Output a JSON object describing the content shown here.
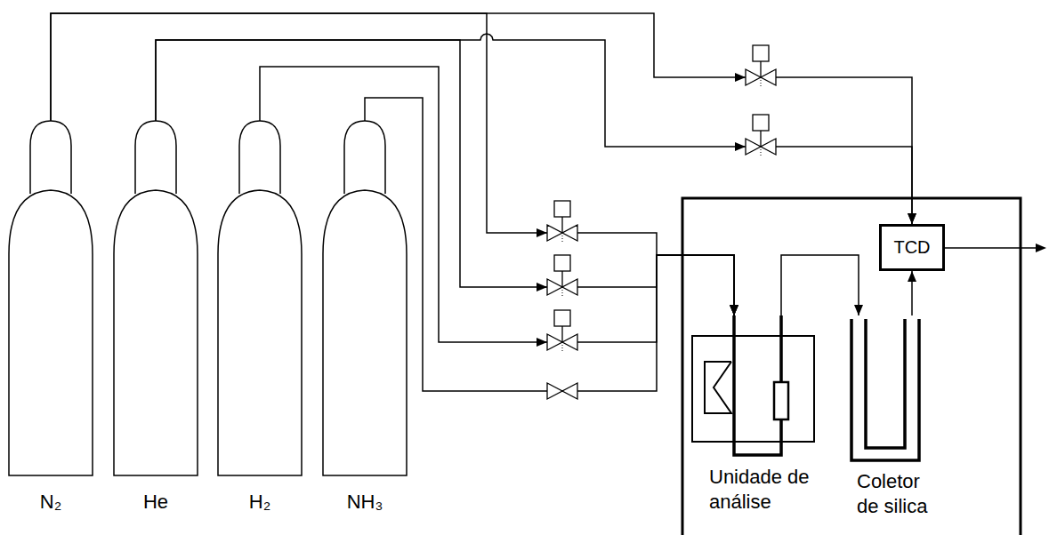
{
  "diagram": {
    "nodes": [
      {
        "text": [
          "N₂"
        ]
      },
      {
        "text": [
          "He"
        ]
      },
      {
        "text": [
          "H₂"
        ]
      },
      {
        "text": [
          "NH₃"
        ]
      },
      {
        "text": [
          "TCD"
        ]
      },
      {
        "text": [
          "Unidade de análise"
        ]
      },
      {
        "text": [
          "Coletor de silica"
        ]
      }
    ],
    "edges": [
      {
        "from": 0,
        "to": 4,
        "arrow": "to"
      },
      {
        "from": 1,
        "to": 4,
        "arrow": "to"
      },
      {
        "from": 0,
        "to": 5,
        "arrow": "to"
      },
      {
        "from": 1,
        "to": 5,
        "arrow": "to"
      },
      {
        "from": 2,
        "to": 5,
        "arrow": "to"
      },
      {
        "from": 3,
        "to": 5,
        "arrow": "to"
      },
      {
        "from": 5,
        "to": 6,
        "arrow": "to"
      },
      {
        "from": 6,
        "to": 4,
        "arrow": "to"
      }
    ]
  }
}
